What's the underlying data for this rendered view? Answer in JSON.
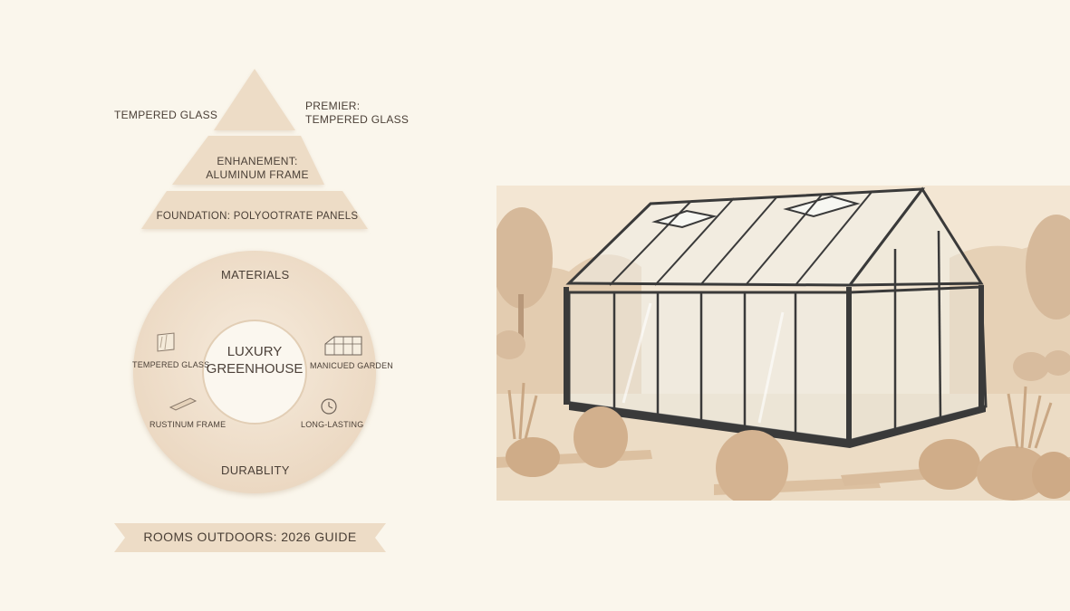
{
  "pyramid": {
    "top_left_label": "TEMPERED GLASS",
    "top_right_label_line1": "PREMIER:",
    "top_right_label_line2": "TEMPERED GLASS",
    "middle_label_line1": "ENHANEMENT:",
    "middle_label_line2": "ALUMINUM FRAME",
    "bottom_label": "FOUNDATION: POLYOOTRATE PANELS"
  },
  "ring": {
    "top_label": "MATERIALS",
    "bottom_label": "DURABLITY",
    "center_line1": "LUXURY",
    "center_line2": "GREENHOUSE",
    "items": [
      {
        "label": "TEMPERED GLASS",
        "icon": "glass-pane-icon"
      },
      {
        "label": "MANICUED GARDEN",
        "icon": "greenhouse-icon"
      },
      {
        "label": "RUSTINUM FRAME",
        "icon": "frame-beam-icon"
      },
      {
        "label": "LONG-LASTING",
        "icon": "clock-icon"
      }
    ]
  },
  "banner": {
    "text": "ROOMS OUTDOORS: 2026 GUIDE"
  },
  "colors": {
    "background": "#faf6ec",
    "tier": "#eddcc6",
    "ring": "#efdfcc",
    "scene": "#f3e6d3",
    "frame": "#3e3e3e",
    "ink": "#4a3f36"
  }
}
